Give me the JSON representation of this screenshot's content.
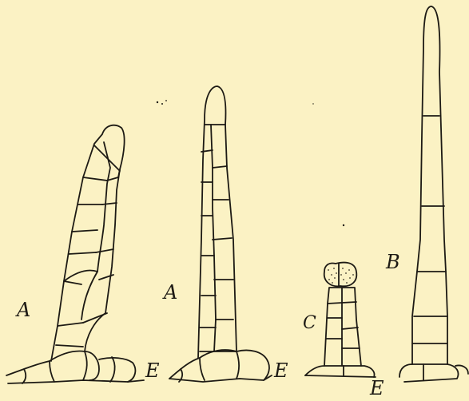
{
  "labels": {
    "hair_a1": "A",
    "hair_a2": "A",
    "hair_c": "C",
    "hair_b": "B",
    "epidermis_1": "E",
    "epidermis_2": "E",
    "epidermis_3": "E"
  },
  "colors": {
    "paper": "#fbf2c4",
    "ink": "#1d1a14",
    "stipple": "#3a3428"
  }
}
